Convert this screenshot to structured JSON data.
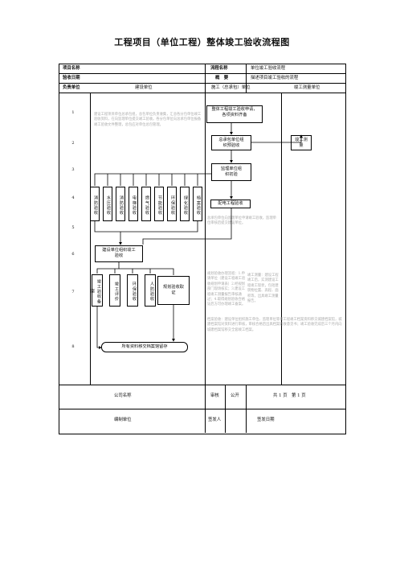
{
  "title": "工程项目（单位工程）整体竣工验收流程图",
  "header": {
    "project_name_label": "项目名称",
    "flow_name_label": "流程名称",
    "flow_name_value": "单位竣工验收流程",
    "acceptance_date_label": "验收日期",
    "summary_label": "概　要",
    "summary_value": "描述项目竣工验收的流程",
    "responsible_label": "负责单位",
    "col_construction": "建设单位",
    "col_contractor": "施工（总承包）单位",
    "col_survey": "竣工测量单位"
  },
  "steps": [
    "1",
    "2",
    "3",
    "4",
    "5",
    "6",
    "7",
    "8"
  ],
  "notes": {
    "n1": "建设工程项目单位总承包组，总包单位负责收集，汇总各分包单位竣工验收资料，在向监理单位提交竣工验收。各分包单位向总承包单位报备竣工验收文件整理，总包应对单位总包管理。",
    "n2": "总承包单位向监理单位申请竣工验收，监理单位审核后提交建设单位。",
    "n3": "规划验收办理流程：1.申请单位（建设工程竣工验收规划申请表）2.经规划部门现场核实；3.建设工程竣工测量报告审核通过；4.取得规划验收合格证后方可办理竣工备案。",
    "n4": "竣工测量：建设工程竣工后，实测建设工程竣工现状，包括建筑物位置、高程、面积等，出具竣工测量报告。",
    "n5": "档案验收：建设单位组织施工单位、监理单位等将工程竣工档案资料移交城建档案馆，城建档案馆对资料进行审核，审核合格后出具档案验收意见书；竣工验收完成后三个月内向城建档案馆移交全套竣工档案。"
  },
  "flow": {
    "box_submit": "整体工程竣工验收申请，各项资料齐备",
    "box_contractor": "总承包单位组织预验收",
    "box_survey": "竣工测量",
    "box_supervisor": "监理单位组织初验",
    "box_utility": "配电工程验收",
    "box_org": "建设单位组织竣工验收",
    "box_archive": "所有资料移交档案馆留存",
    "box_plan": "规划验收取证",
    "vboxes_row1": [
      "消防验收",
      "水压验收",
      "消防验收",
      "电梯验收",
      "燃气验收",
      "节能验收",
      "环保验收",
      "绿化验收",
      "档案验收"
    ],
    "vboxes_row2": [
      "竣工验收备案",
      "竣工评价",
      "环保验收",
      "人防验收"
    ]
  },
  "footer": {
    "company_label": "公司名称",
    "approve_label": "审核",
    "publish_label": "公开",
    "pages": "共 1 页　第 1 页",
    "prepared_label": "编制单位",
    "issuer_label": "签发人",
    "issue_date_label": "签发日期"
  }
}
